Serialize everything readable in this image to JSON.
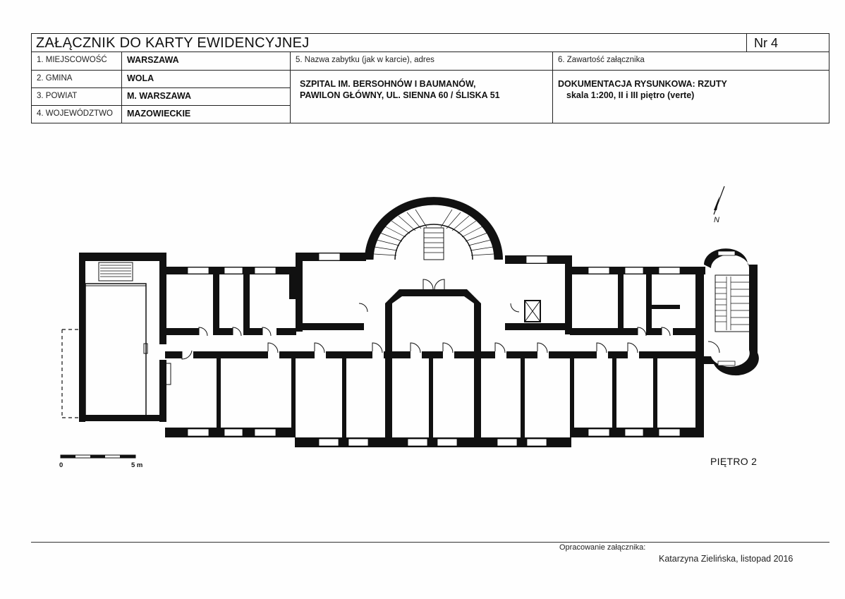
{
  "header": {
    "title": "ZAŁĄCZNIK DO KARTY EWIDENCYJNEJ",
    "number": "Nr 4",
    "fields": {
      "place_label": "1. MIEJSCOWOŚĆ",
      "place_value": "WARSZAWA",
      "commune_label": "2. GMINA",
      "commune_value": "WOLA",
      "district_label": "3. POWIAT",
      "district_value": "M. WARSZAWA",
      "voivodeship_label": "4. WOJEWÓDZTWO",
      "voivodeship_value": "MAZOWIECKIE"
    },
    "monument_label": "5. Nazwa zabytku (jak w karcie), adres",
    "monument_line1": "SZPITAL IM. BERSOHNÓW I BAUMANÓW,",
    "monument_line2": "PAWILON GŁÓWNY, UL. SIENNA 60 / ŚLISKA 51",
    "contents_label": "6. Zawartość załącznika",
    "contents_line1": "DOKUMENTACJA RYSUNKOWA: RZUTY",
    "contents_line2": "skala 1:200, II i III piętro (verte)"
  },
  "drawing": {
    "floor_label": "PIĘTRO 2",
    "north_label": "N",
    "scale_start": "0",
    "scale_end": "5 m"
  },
  "footer": {
    "prepared_label": "Opracowanie załącznika:",
    "author": "Katarzyna Zielińska, listopad 2016"
  }
}
